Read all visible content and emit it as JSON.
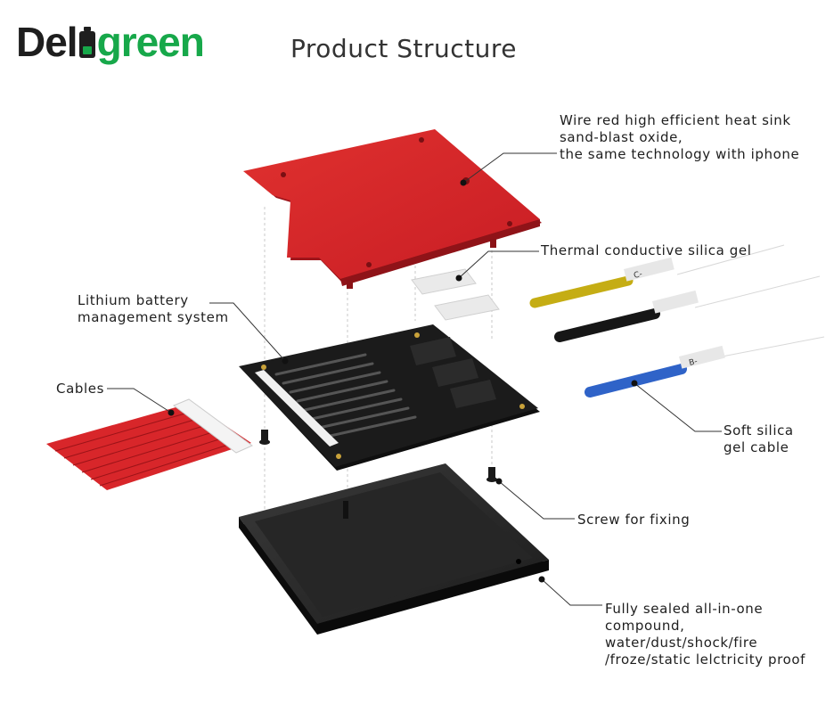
{
  "brand": {
    "logo_text_dark": "Del",
    "logo_text_green": "green"
  },
  "title": "Product Structure",
  "labels": {
    "heat_sink": {
      "line1": "Wire red high efficient heat sink",
      "line2": "sand-blast oxide,",
      "line3": "the same technology with iphone"
    },
    "silica_gel": "Thermal conductive silica gel",
    "bms": {
      "line1": "Lithium battery",
      "line2": "management system"
    },
    "cables": "Cables",
    "soft_cable": {
      "line1": "Soft silica",
      "line2": "gel cable"
    },
    "screw": "Screw for fixing",
    "sealed": {
      "line1": "Fully sealed all-in-one",
      "line2": "compound,",
      "line3": "water/dust/shock/fire",
      "line4": "/froze/static lelctricity proof"
    }
  },
  "cable_tags": {
    "yellow": "C-",
    "blue": "B-"
  },
  "colors": {
    "heat_sink": "#d2232a",
    "pcb": "#1a1a1a",
    "case": "#2a2a2a",
    "cable_red": "#d8262a",
    "cable_yellow": "#d9c31c",
    "cable_black": "#161616",
    "cable_blue": "#2f63c8",
    "brand_green": "#17a84a"
  }
}
